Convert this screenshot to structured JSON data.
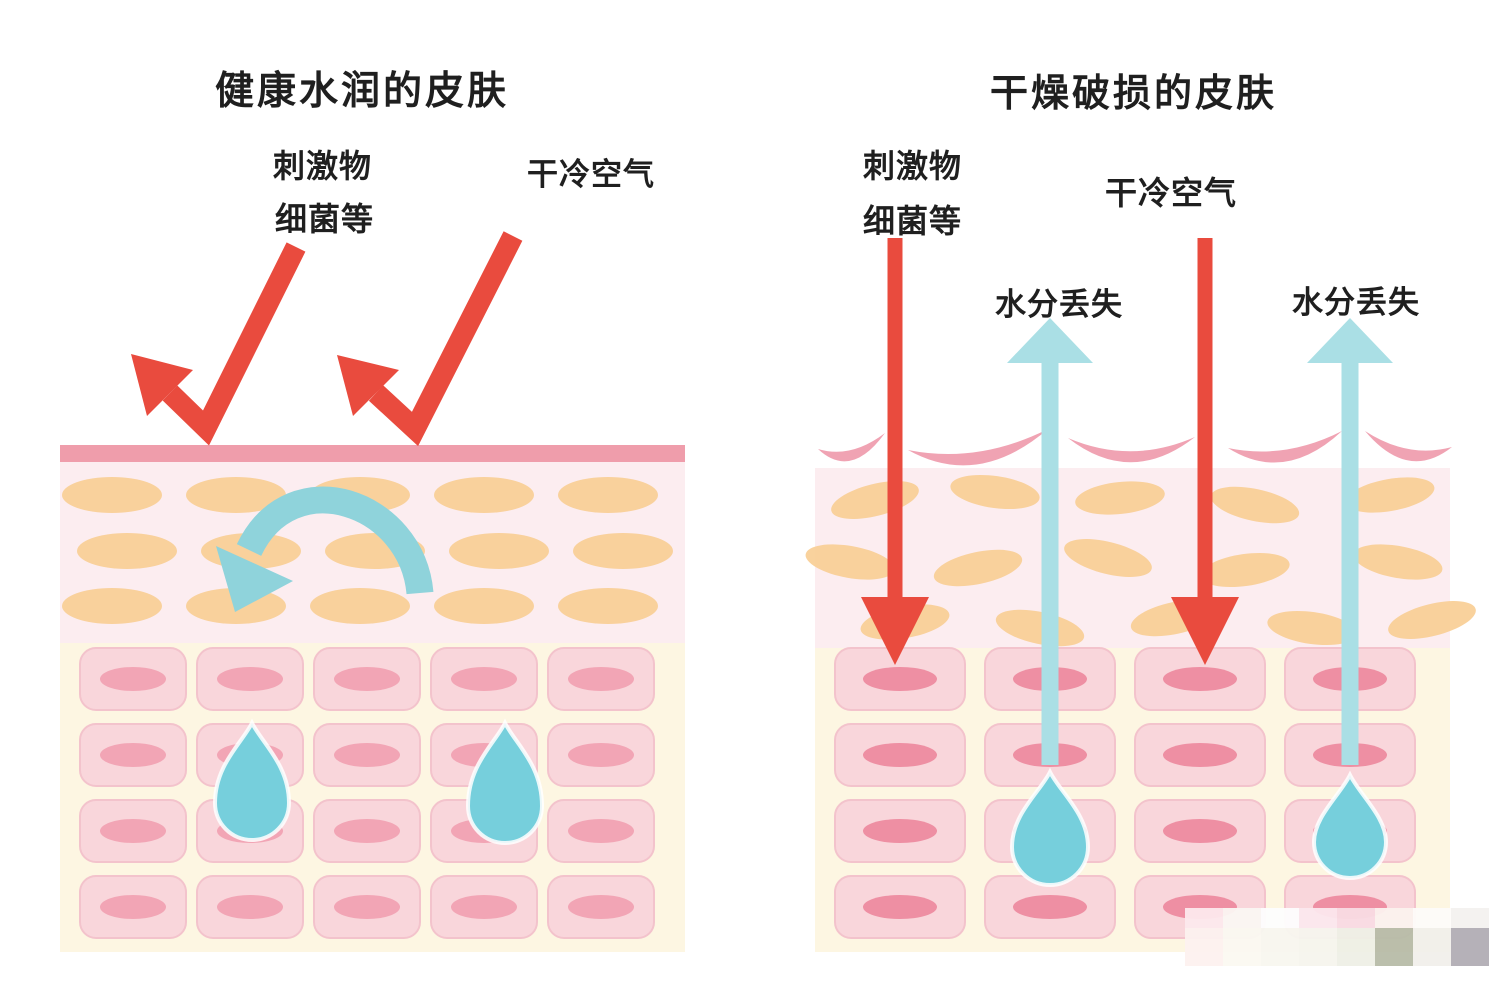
{
  "left_panel": {
    "title": "健康水润的皮肤",
    "label_irritants_1": "刺激物",
    "label_irritants_2": "细菌等",
    "label_cold_air": "干冷空气"
  },
  "right_panel": {
    "title": "干燥破损的皮肤",
    "label_irritants_1": "刺激物",
    "label_irritants_2": "细菌等",
    "label_cold_air": "干冷空气",
    "label_water_loss_left": "水分丢失",
    "label_water_loss_right": "水分丢失"
  },
  "colors": {
    "red": "#e94b3e",
    "band-pink": "#ef9dab",
    "crescent-pink": "#f0a3b3",
    "stratum-bg": "#fcedf0",
    "oval-orange": "#f8cd92",
    "cream": "#fdf6e2",
    "cell-fill": "#f9d6db",
    "cell-stroke": "#f3c3cc",
    "nucleus-left": "#f2a5b5",
    "nucleus-right": "#ee8fa3",
    "arc-blue": "#8fd3db",
    "droplet-blue": "#76cfdc",
    "uparrow-blue": "#aadfe5",
    "text": "#1f1f1f"
  }
}
